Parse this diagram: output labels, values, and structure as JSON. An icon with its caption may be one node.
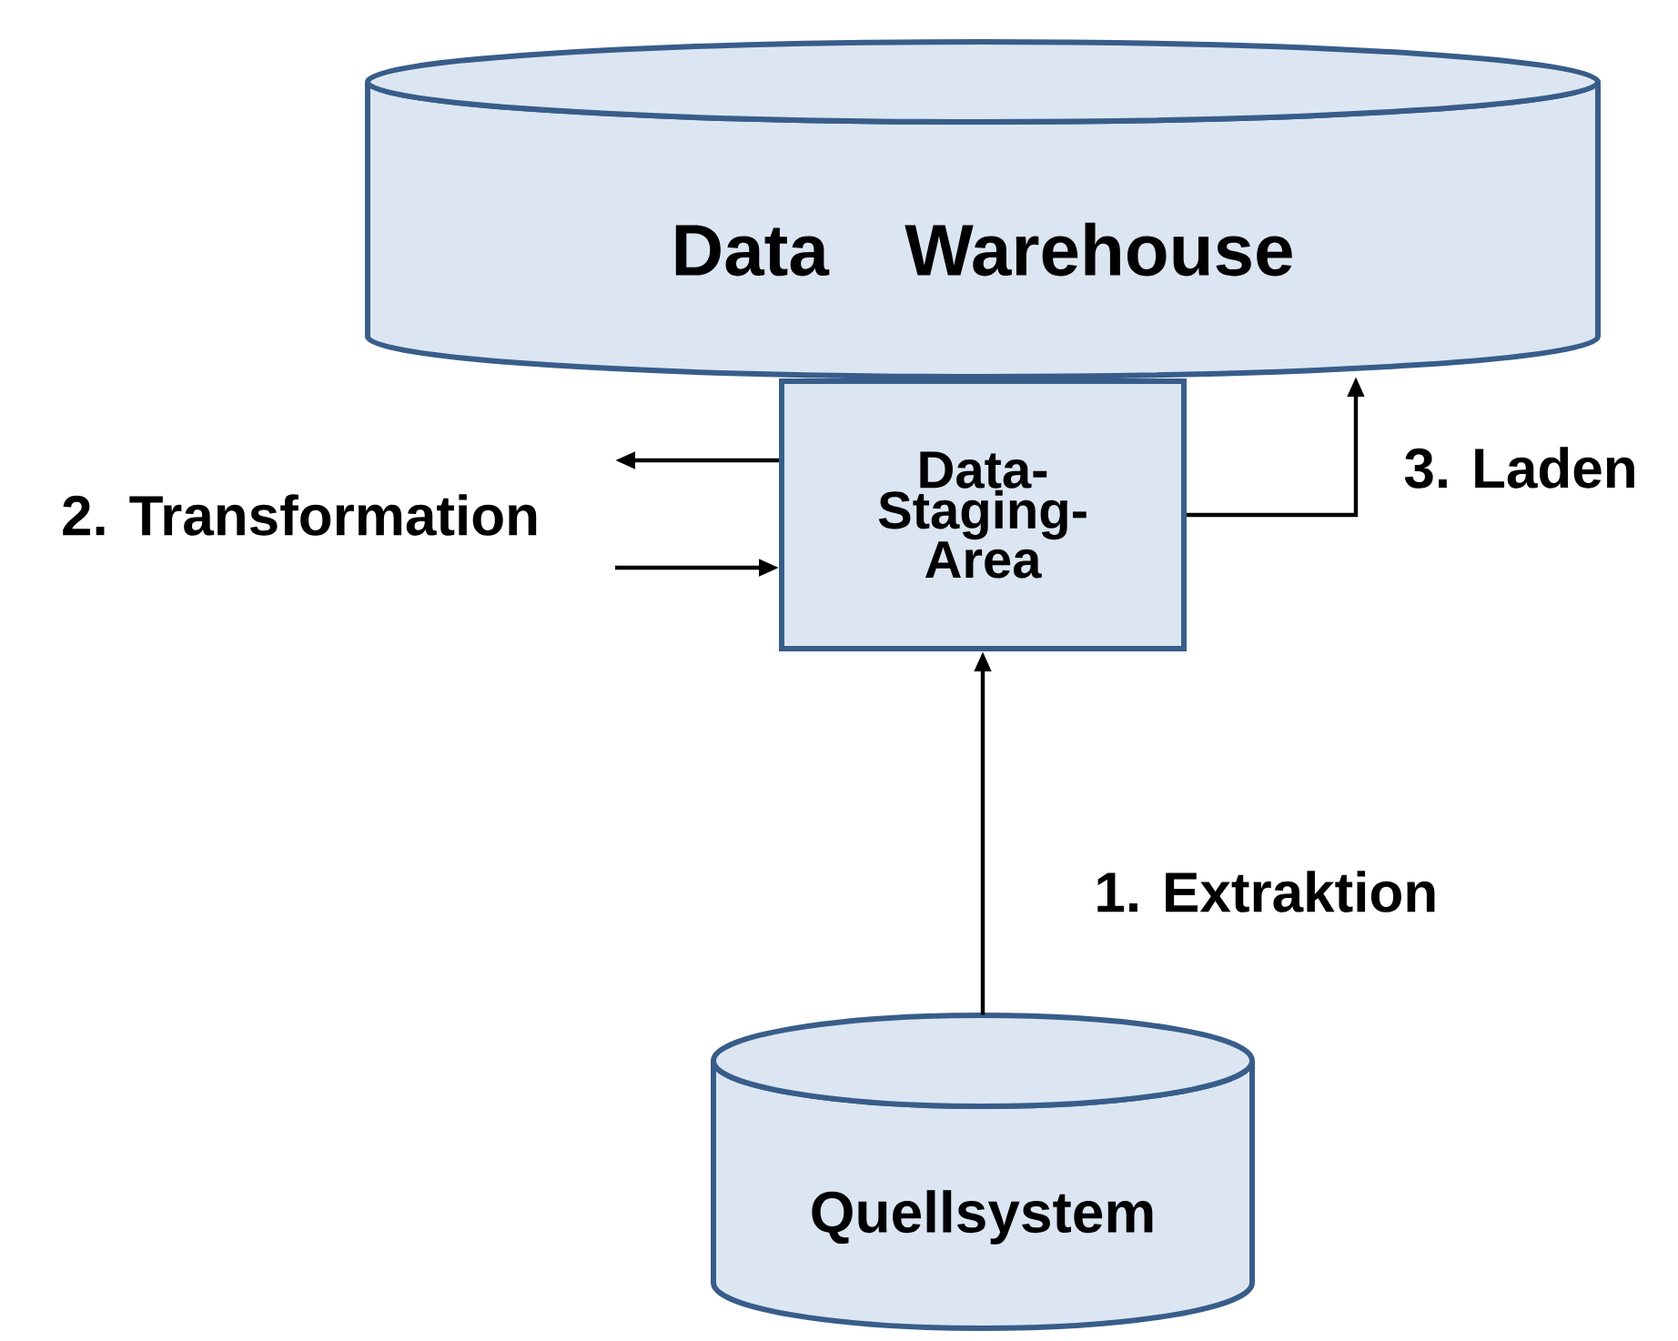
{
  "diagram": {
    "nodes": [
      {
        "text": [
          "Data Warehouse"
        ]
      },
      {
        "text": [
          "Data-Staging-Area"
        ]
      },
      {
        "text": [
          "Quellsystem"
        ]
      }
    ],
    "edges": [
      {
        "from": 2,
        "to": 1,
        "arrow": "to",
        "label": "1. Extraktion"
      },
      {
        "from": 1,
        "to": null,
        "arrow": "to"
      },
      {
        "from": null,
        "to": 1,
        "arrow": "to"
      },
      {
        "from": 1,
        "to": 0,
        "arrow": "to",
        "label": "3. Laden"
      }
    ],
    "labels": [
      "2. Transformation"
    ]
  }
}
